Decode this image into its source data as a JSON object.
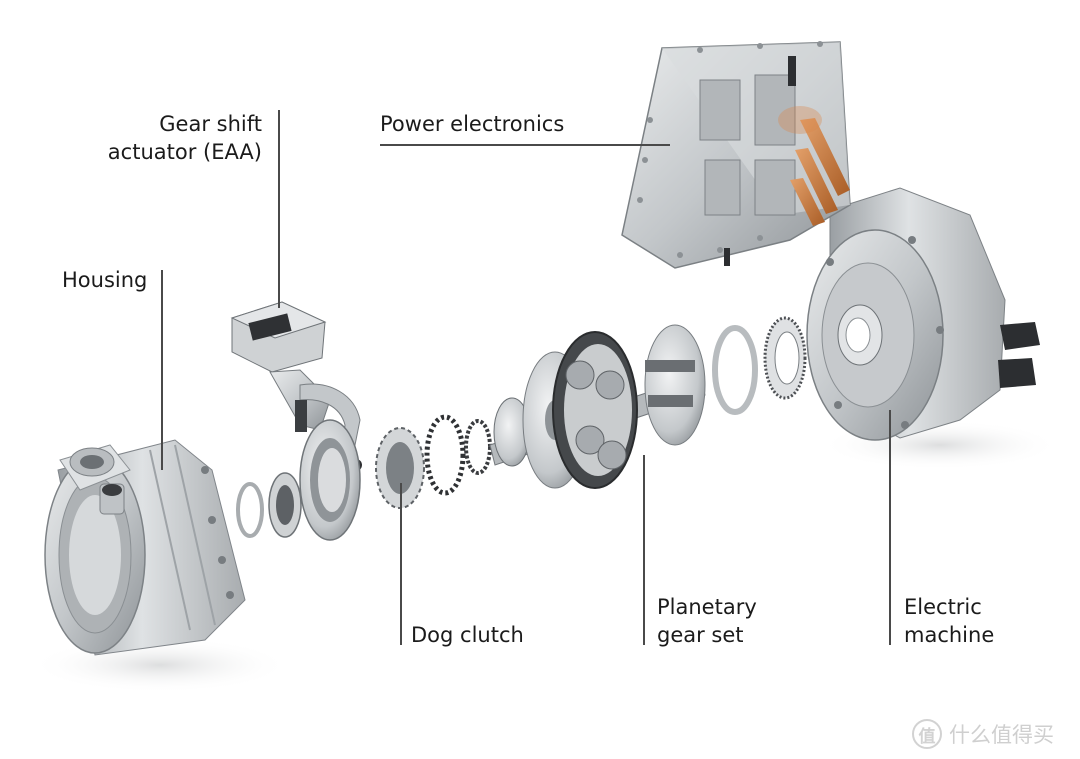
{
  "labels": {
    "gear_shift_actuator_line1": "Gear shift",
    "gear_shift_actuator_line2": "actuator (EAA)",
    "power_electronics": "Power electronics",
    "housing": "Housing",
    "dog_clutch": "Dog clutch",
    "planetary_gear_set_line1": "Planetary",
    "planetary_gear_set_line2": "gear set",
    "electric_machine_line1": "Electric",
    "electric_machine_line2": "machine"
  },
  "watermark": {
    "logo_glyph": "值",
    "text": "什么值得买"
  },
  "colors": {
    "background": "#ffffff",
    "label_text": "#1b1b1b",
    "leader_line": "#4a4a4a",
    "aluminum": "#c8cbcd",
    "dark_metal": "#3d3f42",
    "copper": "#c9783a",
    "watermark": "#d2d2d2"
  }
}
